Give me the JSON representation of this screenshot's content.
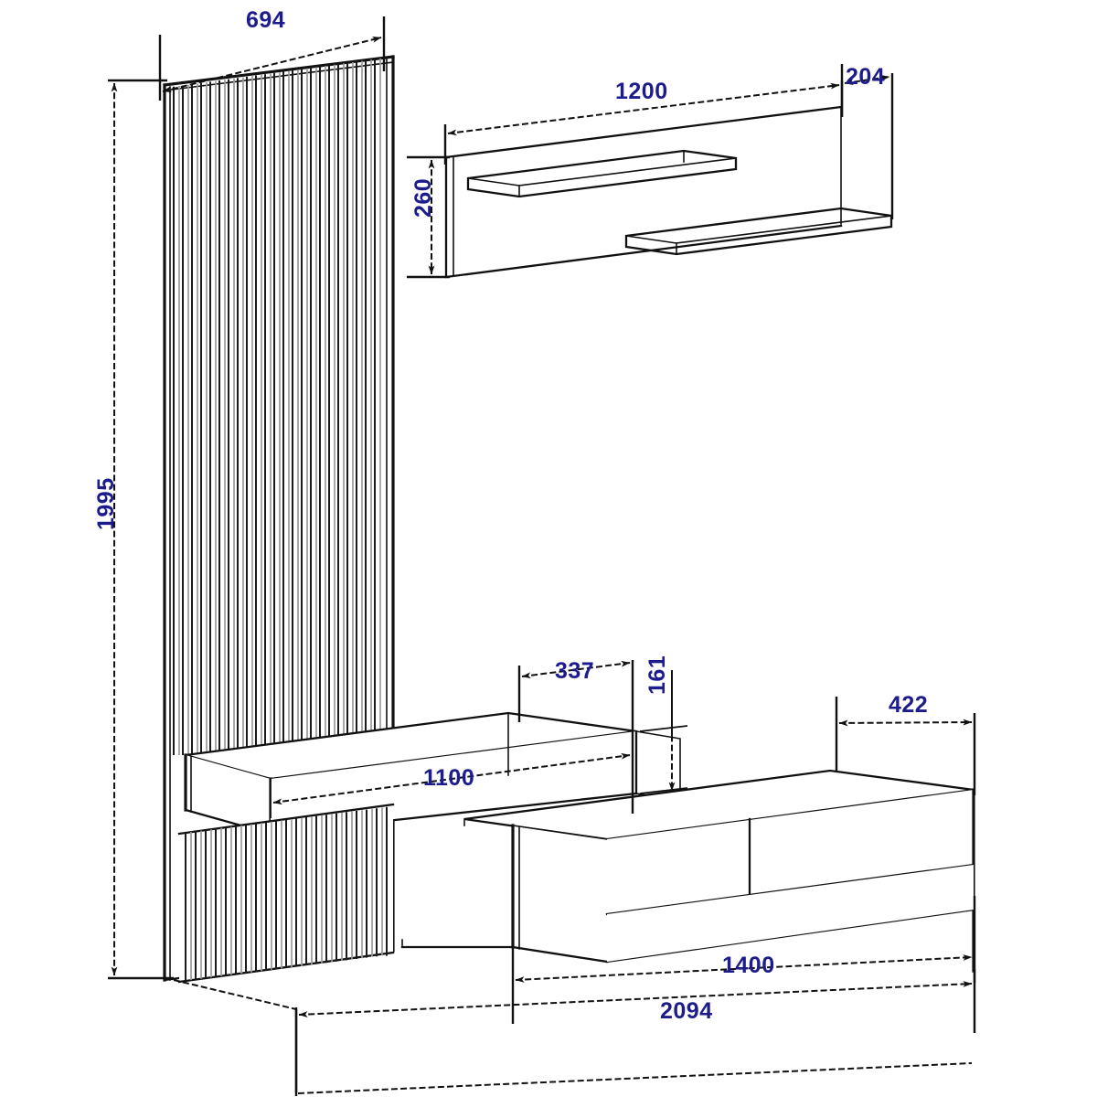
{
  "drawing": {
    "title": "Living room wall unit - dimensioned isometric drawing",
    "units": "mm",
    "projection": "isometric",
    "line_color": "#111111",
    "dimension_text_color": "#1c1c8c",
    "background": "#ffffff"
  },
  "dimensions": {
    "panel_depth_top": "694",
    "total_height": "1995",
    "wall_shelf_width": "1200",
    "wall_shelf_depth": "204",
    "wall_panel_height": "260",
    "floating_shelf_offset": "337",
    "floating_shelf_thickness": "161",
    "floating_shelf_width": "1100",
    "tv_cabinet_depth": "422",
    "tv_cabinet_width": "1400",
    "overall_width": "2094"
  },
  "components": {
    "slatted_panel_upper": "slatted-tall-panel",
    "slatted_panel_lower": "slatted-base-panel",
    "wall_backer_panel": "wall-backer-panel",
    "upper_shelf": "upper-wall-shelf",
    "lower_shelf": "lower-wall-shelf",
    "floating_shelf_unit": "floating-shelf-unit",
    "tv_cabinet": "tv-cabinet",
    "tv_cabinet_plinth": "tv-cabinet-plinth"
  },
  "labels": {
    "d694": "694",
    "d1995": "1995",
    "d1200": "1200",
    "d204": "204",
    "d260": "260",
    "d337": "337",
    "d161": "161",
    "d1100": "1100",
    "d422": "422",
    "d1400": "1400",
    "d2094": "2094"
  }
}
